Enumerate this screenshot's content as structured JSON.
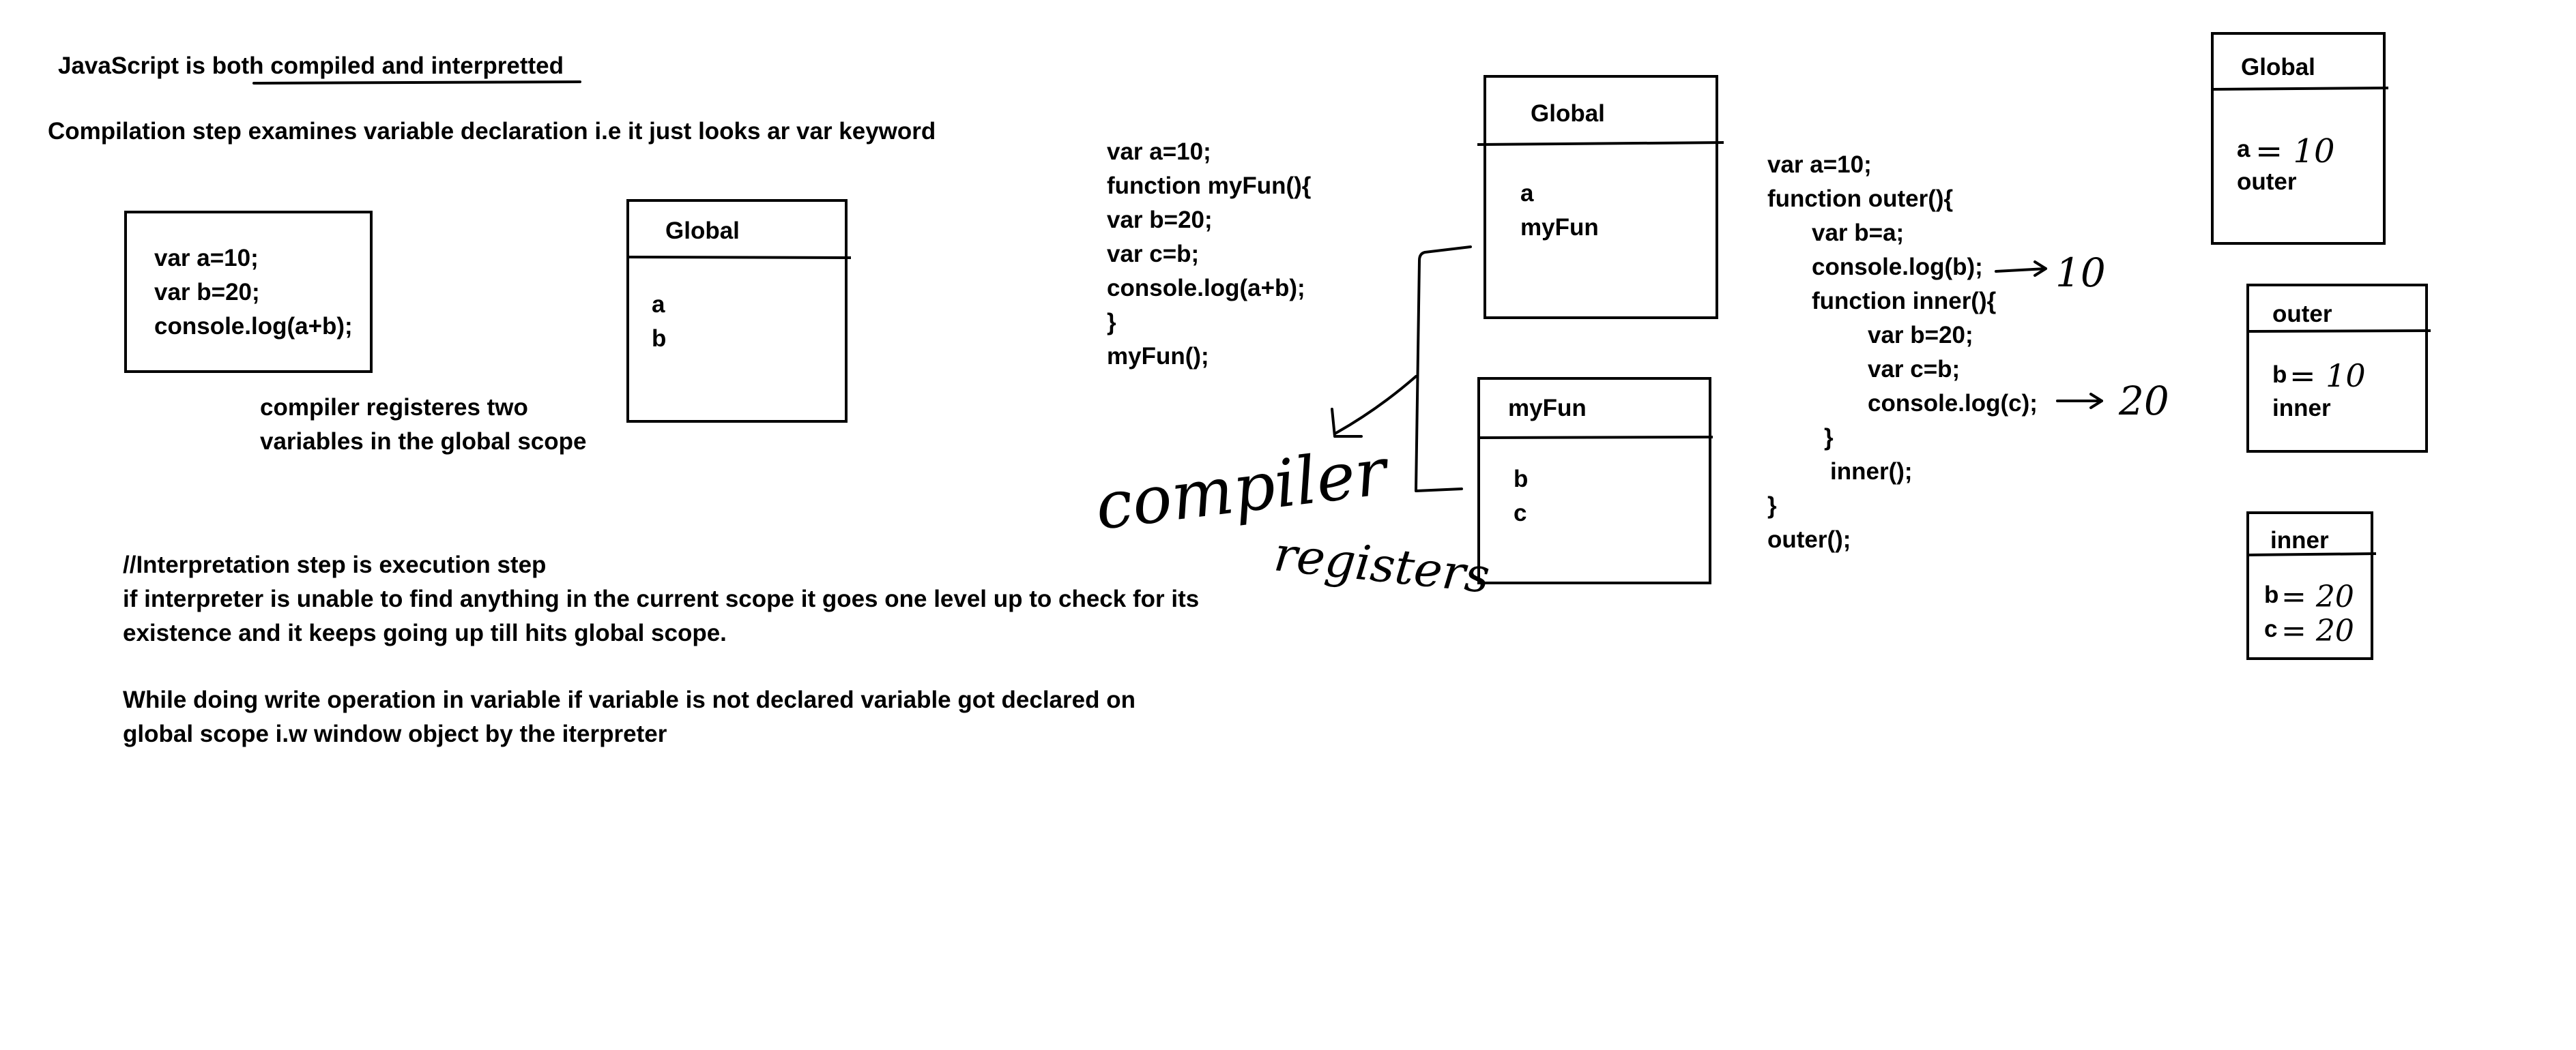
{
  "colors": {
    "purple": "#a040a0",
    "green": "#22b24c",
    "blue": "#3f48cc",
    "black": "#000000"
  },
  "intro": {
    "line1": "JavaScript is both compiled and interpretted",
    "line2": "Compilation step examines variable declaration i.e it just looks ar var keyword"
  },
  "example1": {
    "code": [
      "var a=10;",
      "var b=20;",
      "console.log(a+b);"
    ],
    "note": [
      "compiler registeres two",
      "variables in the global scope"
    ],
    "global_scope": {
      "title": "Global",
      "vars": [
        "a",
        "b"
      ]
    }
  },
  "interpretation": {
    "lines": [
      "//Interpretation step is execution step",
      "if interpreter is unable to find anything in the current scope it goes one level up to check for its",
      "existence and it keeps going up till hits global scope."
    ],
    "write_lines": [
      "While doing write operation in variable if variable is not declared variable got declared on",
      "global scope i.w window object by the iterpreter"
    ]
  },
  "example2": {
    "code": [
      "var a=10;",
      "function myFun(){",
      "var b=20;",
      "var c=b;",
      "console.log(a+b);",
      "}",
      "myFun();"
    ],
    "global_scope": {
      "title": "Global",
      "vars": [
        "a",
        "myFun"
      ]
    },
    "myfun_scope": {
      "title": "myFun",
      "vars": [
        "b",
        "c"
      ]
    },
    "handwritten": [
      "compiler",
      "registers"
    ]
  },
  "example3": {
    "code": [
      "var a=10;",
      "function outer(){",
      "var b=a;",
      "console.log(b);",
      "function inner(){",
      "var b=20;",
      "var c=b;",
      "console.log(c);",
      "}",
      "inner();",
      "}",
      "outer();"
    ],
    "output_b": "10",
    "output_c": "20",
    "global_scope": {
      "title": "Global",
      "a_label": "a",
      "a_value": "= 10",
      "outer_label": "outer"
    },
    "outer_scope": {
      "title": "outer",
      "b_label": "b",
      "b_value": "= 10",
      "inner_label": "inner"
    },
    "inner_scope": {
      "title": "inner",
      "b_label": "b",
      "b_value": "= 20",
      "c_label": "c",
      "c_value": "= 20"
    }
  }
}
